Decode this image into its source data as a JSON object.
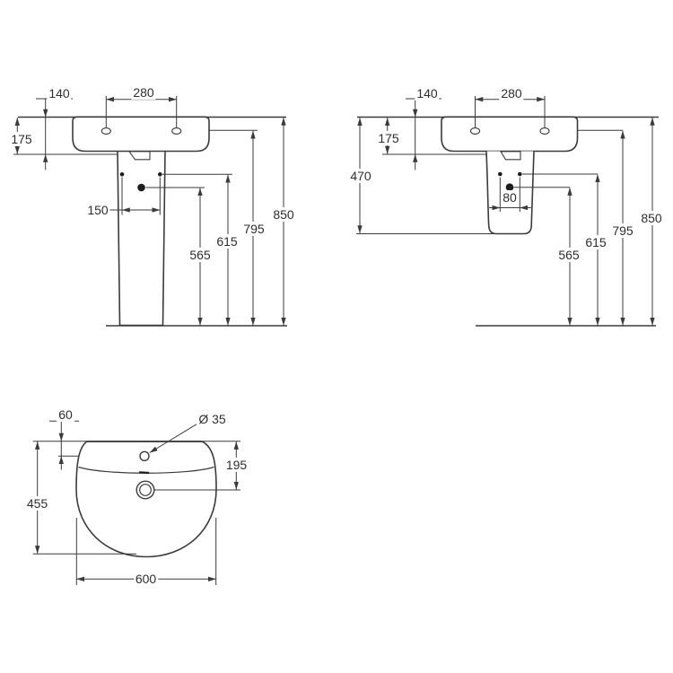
{
  "colors": {
    "line": "#3b3b3b",
    "text": "#2e2e2e",
    "background": "#ffffff"
  },
  "views": {
    "front_pedestal": {
      "title": "basin with full pedestal - front view",
      "labels": {
        "d140": "140",
        "d280": "280",
        "d175": "175",
        "d150": "150",
        "d565": "565",
        "d615": "615",
        "d795": "795",
        "d850": "850"
      }
    },
    "front_semi_pedestal": {
      "title": "basin with semi-pedestal - front view",
      "labels": {
        "d140": "140",
        "d280": "280",
        "d175": "175",
        "d470": "470",
        "d80": "80",
        "d565": "565",
        "d615": "615",
        "d795": "795",
        "d850": "850"
      }
    },
    "plan": {
      "title": "basin - plan view",
      "labels": {
        "d60": "60",
        "dia35": "Ø 35",
        "d195": "195",
        "d455": "455",
        "d600": "600"
      }
    }
  }
}
